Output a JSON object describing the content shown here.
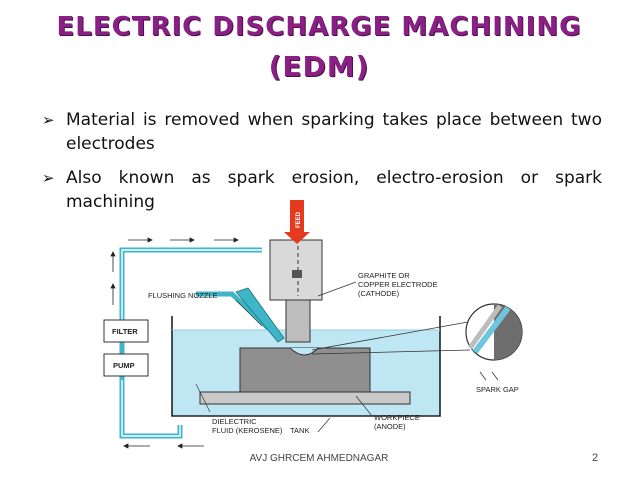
{
  "slide": {
    "title_line1": "Electric Discharge Machining",
    "title_line2": "(EDM)",
    "bullets": [
      "Material is removed when sparking takes place between two electrodes",
      "Also known as spark erosion, electro-erosion or spark machining"
    ],
    "footer": "AVJ GHRCEM AHMEDNAGAR",
    "page_number": "2"
  },
  "diagram": {
    "feed_label": "FEED",
    "flushing_nozzle": "FLUSHING NOZZLE",
    "filter": "FILTER",
    "pump": "PUMP",
    "electrode_line1": "GRAPHITE OR",
    "electrode_line2": "COPPER ELECTRODE",
    "electrode_line3": "(CATHODE)",
    "spark_gap": "SPARK GAP",
    "dielectric_line1": "DIELECTRIC",
    "dielectric_line2": "FLUID (KEROSENE)",
    "tank": "TANK",
    "workpiece_line1": "WORKPIECE",
    "workpiece_line2": "(ANODE)"
  },
  "colors": {
    "title": "#8a1f86",
    "pipe": "#3fb6c8",
    "fluid": "#bfe6f3",
    "feed_arrow": "#e63a1e"
  }
}
